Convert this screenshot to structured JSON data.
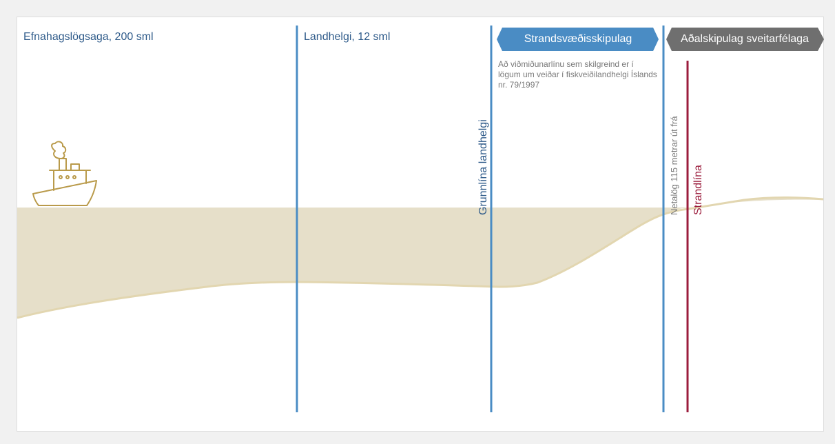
{
  "zones": {
    "eez": "Efnahagslögsaga, 200 sml",
    "territorial": "Landhelgi, 12 sml"
  },
  "lines": {
    "baseline": "Grunnlína landhelgi",
    "netlog": "Netalög 115 metrar út frá",
    "shoreline": "Strandlína"
  },
  "tags": {
    "coastal_plan": "Strandsvæðisskipulag",
    "municipal_plan": "Aðalskipulag sveitarfélaga"
  },
  "notes": {
    "coastal_plan": "Að viðmiðunarlínu sem skilgreind er í lögum um veiðar í fiskveiðilandhelgi Íslands nr. 79/1997"
  },
  "colors": {
    "boundary_line": "#4a8cc4",
    "shoreline": "#9b1c3c",
    "sea_floor": "#e6dfc9",
    "ship": "#b99a4a",
    "coastal_tag": "#4a8cc4",
    "municipal_tag": "#6f6f6f"
  },
  "icons": {
    "ship": "ship-icon"
  }
}
